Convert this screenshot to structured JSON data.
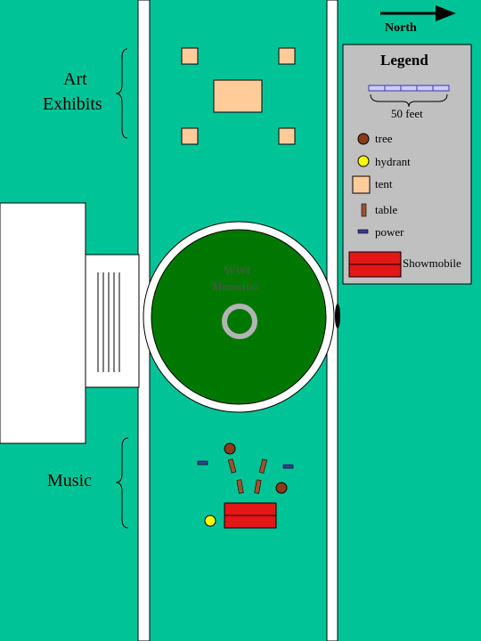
{
  "compass": {
    "label": "North"
  },
  "labels": {
    "art_line1": "Art",
    "art_line2": "Exhibits",
    "music": "Music",
    "memorial_line1": "WWI",
    "memorial_line2": "Memorial"
  },
  "legend": {
    "title": "Legend",
    "scale_label": "50 feet",
    "items": [
      {
        "icon": "tree-icon",
        "label": "tree"
      },
      {
        "icon": "hydrant-icon",
        "label": "hydrant"
      },
      {
        "icon": "tent-icon",
        "label": "tent"
      },
      {
        "icon": "table-icon",
        "label": "table"
      },
      {
        "icon": "power-icon",
        "label": "power"
      },
      {
        "icon": "showmobile-icon",
        "label": "Showmobile"
      }
    ]
  },
  "colors": {
    "grass": "#00c497",
    "road": "#ffffff",
    "memorial_lawn": "#007800",
    "tent": "#ffcc99",
    "tree": "#8b3a1a",
    "hydrant": "#ffff00",
    "table": "#a0522d",
    "power": "#3a3aa0",
    "showmobile": "#e41616",
    "legend_bg": "#c0c0c0",
    "scale_bar": "#ccccff"
  }
}
